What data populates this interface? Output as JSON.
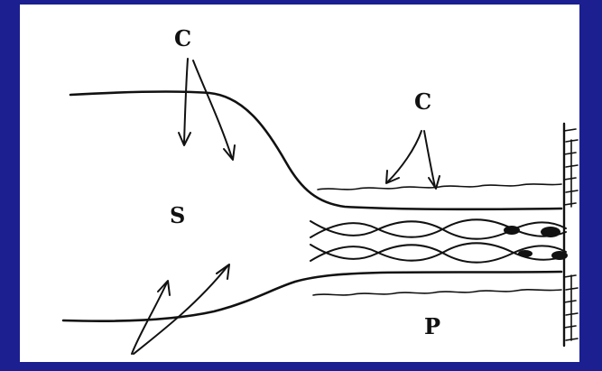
{
  "slide": {
    "background_color": "#1b1f8f",
    "sheet_color": "#ffffff",
    "ink_color": "#111111"
  },
  "diagram": {
    "labels": {
      "c_top": "C",
      "c_right": "C",
      "s": "S",
      "p": "P"
    }
  }
}
